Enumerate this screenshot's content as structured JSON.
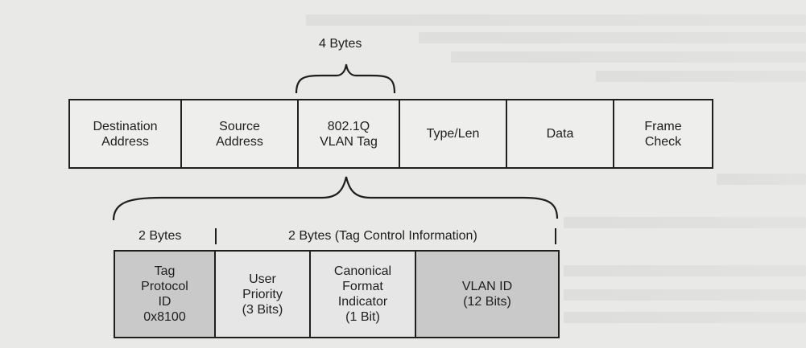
{
  "top_brace_label": "4 Bytes",
  "frame": {
    "fields": [
      {
        "id": "destination-address",
        "label": "Destination\nAddress"
      },
      {
        "id": "source-address",
        "label": "Source\nAddress"
      },
      {
        "id": "vlan-tag",
        "label": "802.1Q\nVLAN Tag"
      },
      {
        "id": "type-len",
        "label": "Type/Len"
      },
      {
        "id": "data",
        "label": "Data"
      },
      {
        "id": "frame-check",
        "label": "Frame\nCheck"
      }
    ]
  },
  "tag": {
    "left_label": "2 Bytes",
    "right_label": "2 Bytes (Tag Control Information)",
    "fields": [
      {
        "id": "tag-protocol-id",
        "label": "Tag\nProtocol\nID\n0x8100"
      },
      {
        "id": "user-priority",
        "label": "User\nPriority\n(3 Bits)"
      },
      {
        "id": "canonical-format-indicator",
        "label": "Canonical\nFormat\nIndicator\n(1 Bit)"
      },
      {
        "id": "vlan-id",
        "label": "VLAN ID\n(12 Bits)"
      }
    ]
  }
}
